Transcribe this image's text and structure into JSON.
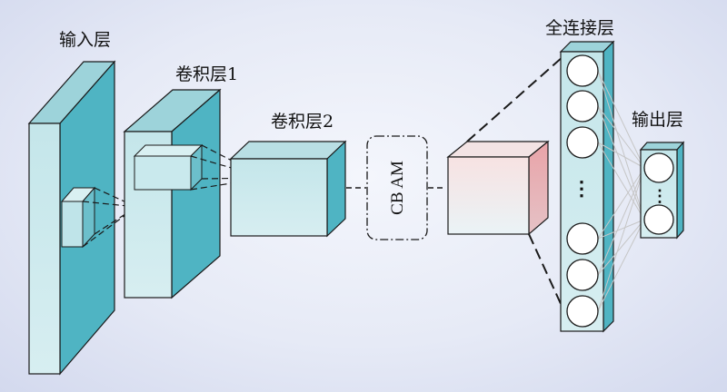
{
  "labels": {
    "input_layer": "输入层",
    "conv_layer_1": "卷积层1",
    "conv_layer_2": "卷积层2",
    "cbam": "CB AM",
    "fc_layer": "全连接层",
    "output_layer": "输出层",
    "fc_ellipsis": "⋮",
    "out_ellipsis": "⋮"
  },
  "colors": {
    "cube_front": "#c4e6ea",
    "cube_side": "#4fb4c3",
    "cube_top": "#9dd3da",
    "feature_front": "#f6e4e4",
    "feature_side": "#e49aa0",
    "neuron_fill": "#ffffff",
    "line": "#1a1a1a",
    "connection": "#c6c6c6"
  }
}
